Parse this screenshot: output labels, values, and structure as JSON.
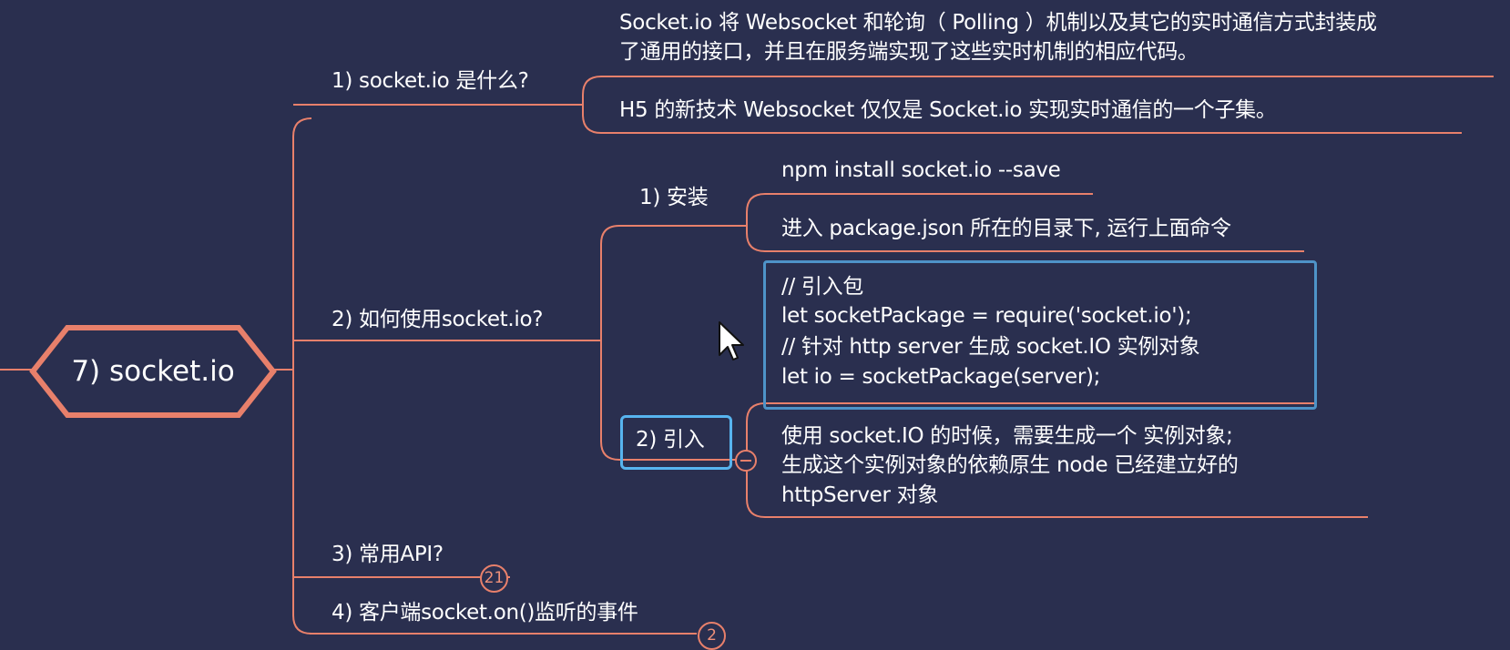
{
  "root": {
    "label": "7)  socket.io"
  },
  "branches": [
    {
      "label": "1)  socket.io 是什么?",
      "children": [
        {
          "lines": [
            "Socket.io 将 Websocket 和轮询（ Polling ）机制以及其它的实时通信方式封装成",
            "了通用的接口，并且在服务端实现了这些实时机制的相应代码。"
          ]
        },
        {
          "lines": [
            "H5 的新技术 Websocket 仅仅是 Socket.io 实现实时通信的一个子集。"
          ]
        }
      ]
    },
    {
      "label": "2)  如何使用socket.io?",
      "children": [
        {
          "label": "1) 安装",
          "children": [
            {
              "lines": [
                "npm install socket.io --save"
              ]
            },
            {
              "lines": [
                "进入 package.json  所在的目录下, 运行上面命令"
              ]
            }
          ]
        },
        {
          "label": "2) 引入",
          "children": [
            {
              "lines": [
                "// 引入包",
                "let  socketPackage = require('socket.io');",
                "// 针对 http server  生成 socket.IO  实例对象",
                "let  io = socketPackage(server);"
              ]
            },
            {
              "lines": [
                "使用 socket.IO  的时候，需要生成一个 实例对象;",
                "生成这个实例对象的依赖原生 node 已经建立好的",
                "httpServer  对象"
              ]
            }
          ]
        }
      ]
    },
    {
      "label": "3)  常用API?",
      "badge": "21"
    },
    {
      "label": "4)  客户端socket.on()监听的事件",
      "badge": "2"
    }
  ],
  "colors": {
    "background": "#2a2f4f",
    "line": "#e8806b",
    "code_box": "#4e93c8",
    "selected": "#57b4ef",
    "text": "#ffffff"
  }
}
